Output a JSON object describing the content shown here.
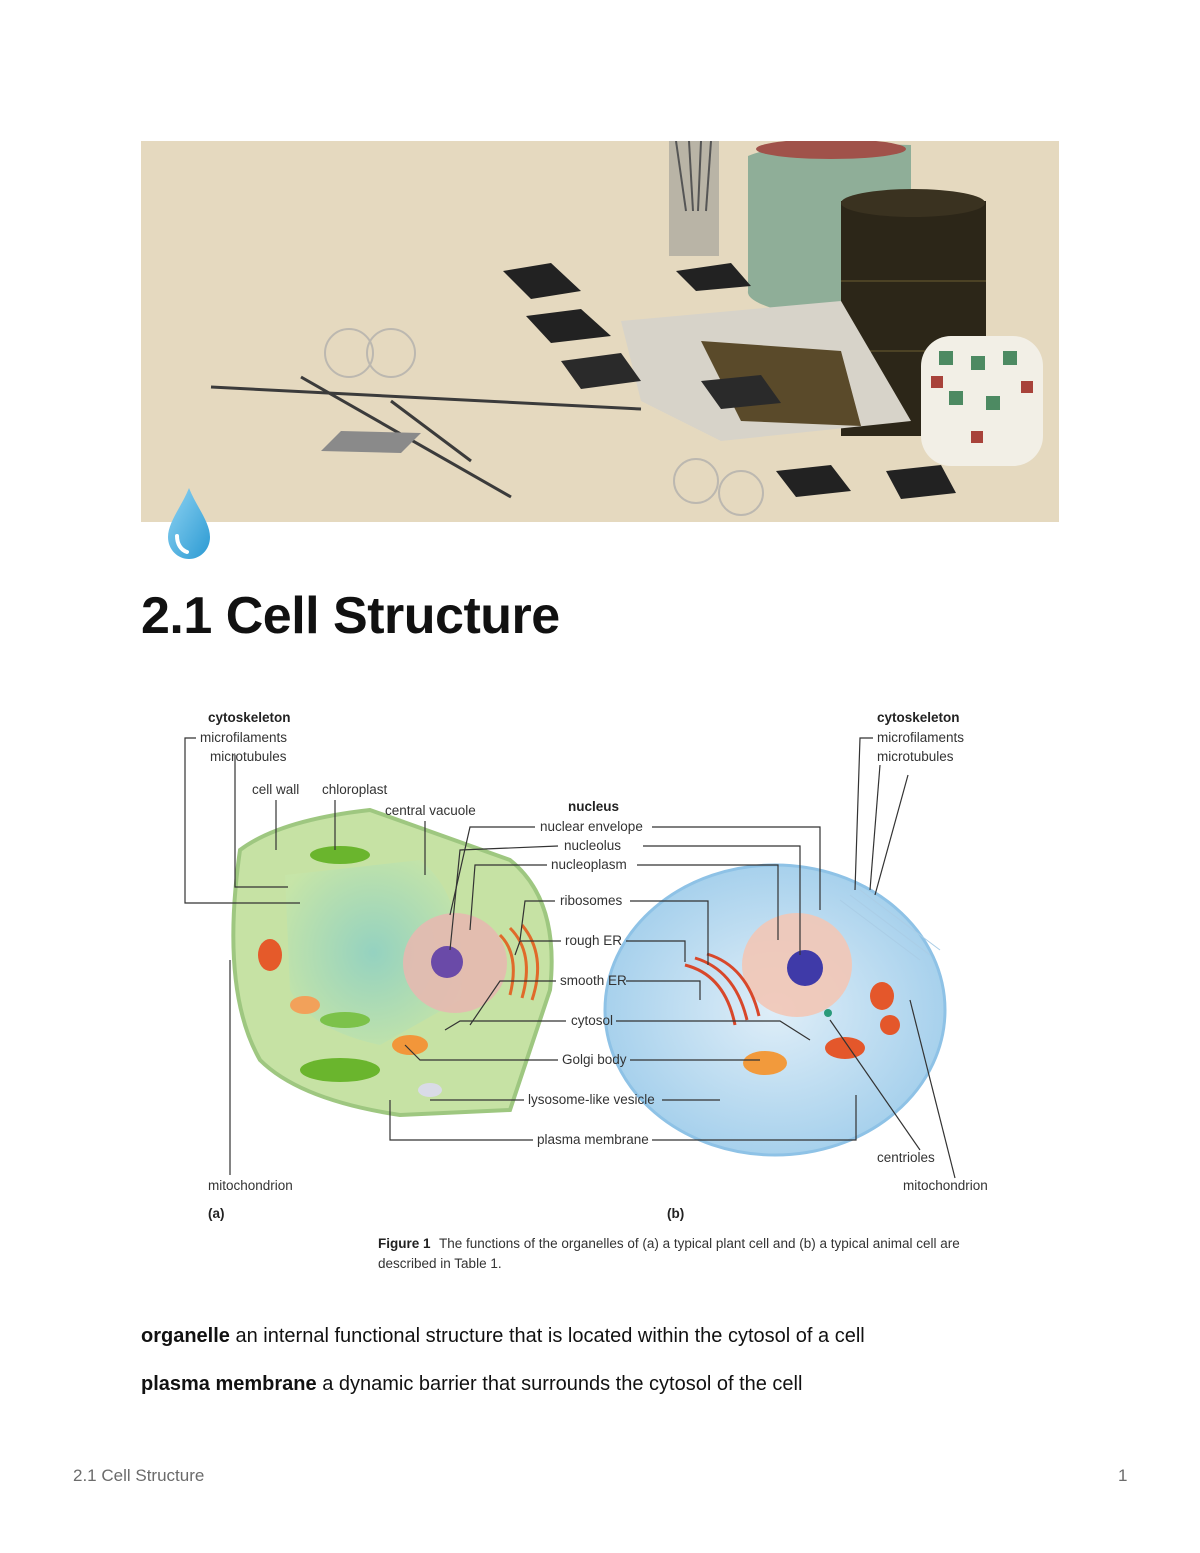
{
  "page": {
    "title": "2.1 Cell Structure",
    "icon": "droplet-icon",
    "cover_image": "still-life-painting"
  },
  "figure": {
    "panel_a": {
      "label": "(a)",
      "cytoskeleton": "cytoskeleton",
      "microfilaments": "microfilaments",
      "microtubules": "microtubules",
      "cell_wall": "cell wall",
      "chloroplast": "chloroplast",
      "central_vacuole": "central vacuole",
      "mitochondrion": "mitochondrion"
    },
    "panel_b": {
      "label": "(b)",
      "cytoskeleton": "cytoskeleton",
      "microfilaments": "microfilaments",
      "microtubules": "microtubules",
      "centrioles": "centrioles",
      "mitochondrion": "mitochondrion"
    },
    "center_labels": {
      "nucleus": "nucleus",
      "nuclear_envelope": "nuclear envelope",
      "nucleolus": "nucleolus",
      "nucleoplasm": "nucleoplasm",
      "ribosomes": "ribosomes",
      "rough_er": "rough ER",
      "smooth_er": "smooth ER",
      "cytosol": "cytosol",
      "golgi_body": "Golgi body",
      "lysosome_vesicle": "lysosome-like vesicle",
      "plasma_membrane": "plasma membrane"
    },
    "caption": {
      "label": "Figure 1",
      "line1": "The functions of the organelles of (a) a typical plant cell and (b) a typical animal cell are",
      "line2": "described in Table 1."
    }
  },
  "definitions": [
    {
      "term": "organelle",
      "text": "an internal functional structure that is located within the cytosol of a cell"
    },
    {
      "term": "plasma membrane",
      "text": "a dynamic barrier that surrounds the cytosol of the cell"
    }
  ],
  "footer": {
    "left": "2.1 Cell Structure",
    "page_number": "1"
  }
}
